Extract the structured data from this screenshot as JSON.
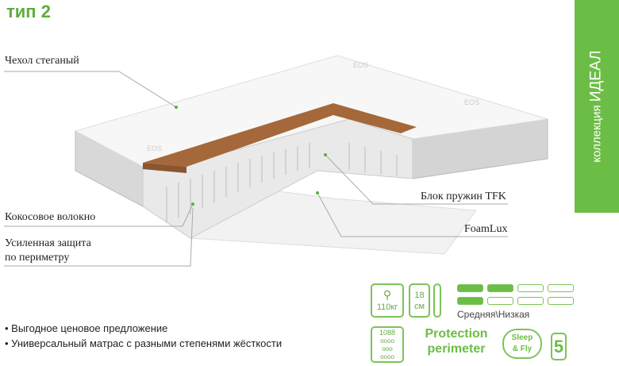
{
  "title": "тип 2",
  "banner": {
    "prefix": "коллекция ",
    "name": "ИДЕАЛ"
  },
  "labels": {
    "cover": "Чехол стеганый",
    "coconut": "Кокосовое волокно",
    "reinforced_1": "Усиленная защита",
    "reinforced_2": "по периметру",
    "springs": "Блок пружин TFK",
    "foam": "FoamLux"
  },
  "brand_watermark": "EOS",
  "features": [
    "• Выгодное ценовое предложение",
    "• Универсальный матрас с разными степенями жёсткости"
  ],
  "specs": {
    "max_weight": "110кг",
    "height_num": "18",
    "height_unit": "см",
    "firmness_label": "Средняя\\Низкая",
    "firmness_side1": 2,
    "firmness_side2": 1,
    "firmness_max": 4,
    "springs_count": "1088",
    "protection_1": "Protection",
    "protection_2": "perimeter",
    "sleep_1": "Sleep",
    "sleep_2": "& Fly",
    "warranty": "5"
  },
  "colors": {
    "accent": "#6cbd45",
    "coconut": "#a5683a"
  }
}
